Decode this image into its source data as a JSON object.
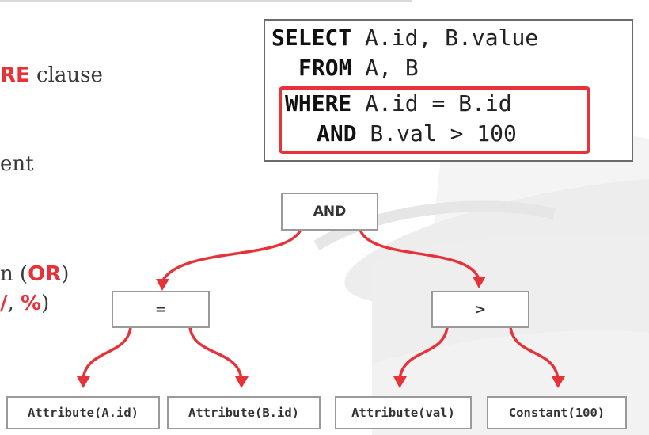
{
  "colors": {
    "accent": "#e8323a",
    "node_border": "#9a9a9a",
    "text": "#3a3a3a"
  },
  "left_text": {
    "line1_keyword": "RE",
    "line1_rest": " clause",
    "line2": "ent",
    "line3_pre": "n (",
    "line3_keyword": "OR",
    "line3_post": ")",
    "line4_kw1": "/",
    "line4_sep": ", ",
    "line4_kw2": "%",
    "line4_post": ")"
  },
  "sql": {
    "line1_kw": "SELECT",
    "line1_rest": " A.id, B.value",
    "line2_kw": "FROM",
    "line2_rest": " A, B",
    "line3_kw": "WHERE",
    "line3_rest": " A.id = B.id",
    "line4_kw": "AND",
    "line4_rest": " B.val > 100"
  },
  "tree": {
    "root": "AND",
    "left_op": "=",
    "right_op": ">",
    "leaves": [
      "Attribute(A.id)",
      "Attribute(B.id)",
      "Attribute(val)",
      "Constant(100)"
    ]
  }
}
